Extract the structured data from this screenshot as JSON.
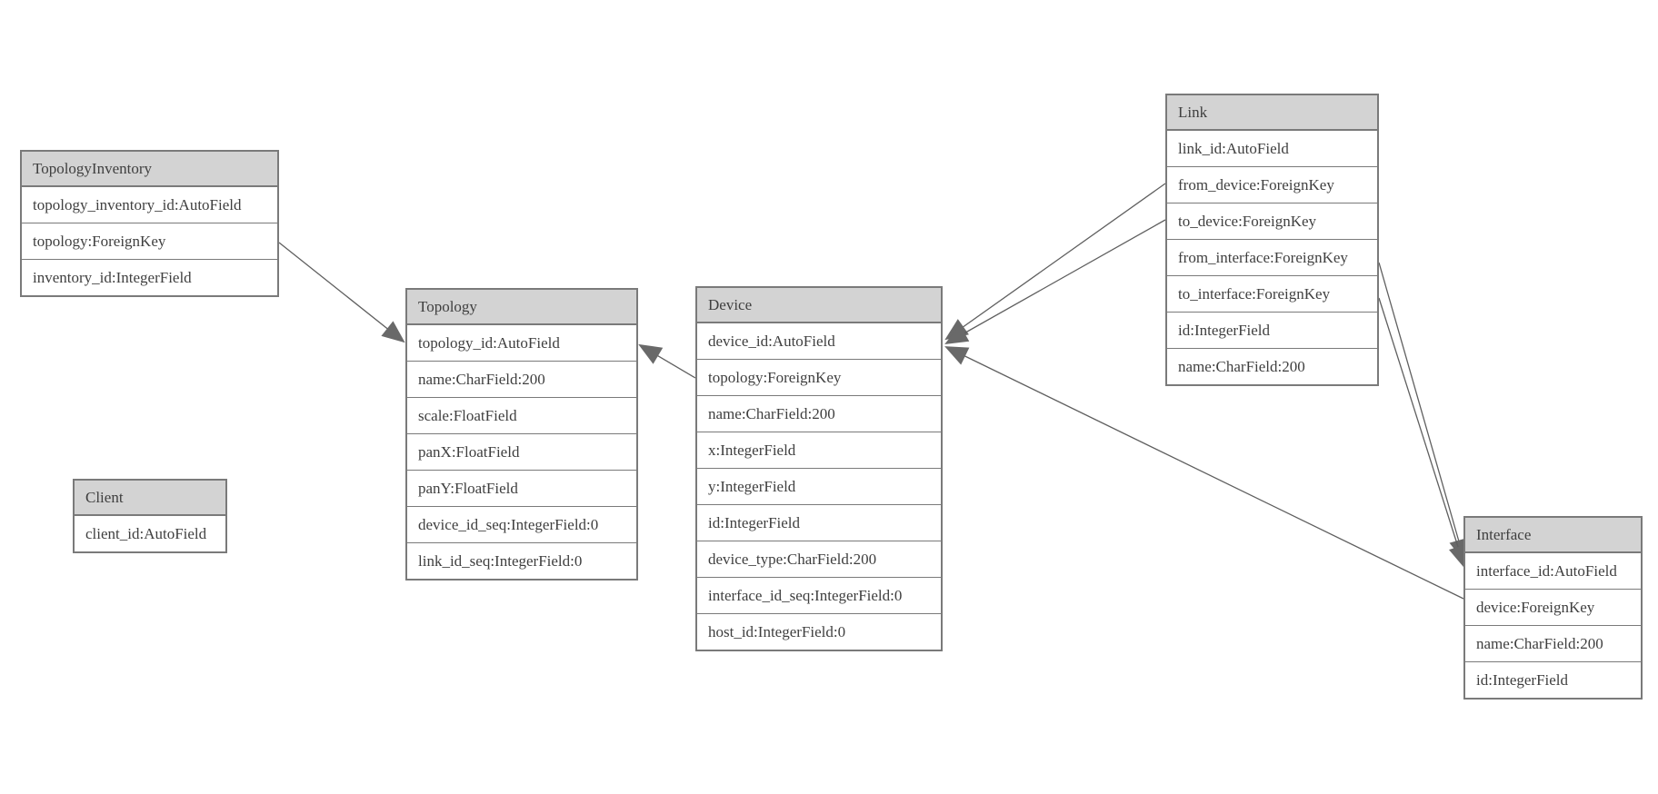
{
  "diagram_title": "",
  "colors": {
    "background": "#ffffff",
    "header_fill": "#d3d3d3",
    "row_fill": "#ffffff",
    "border": "#7a7a7a",
    "text": "#3f3f3f",
    "relation_line": "#5f5f5f",
    "arrowhead_fill": "#696969"
  },
  "entities": [
    {
      "name": "TopologyInventory",
      "fields": [
        "topology_inventory_id:AutoField",
        "topology:ForeignKey",
        "inventory_id:IntegerField"
      ]
    },
    {
      "name": "Topology",
      "fields": [
        "topology_id:AutoField",
        "name:CharField:200",
        "scale:FloatField",
        "panX:FloatField",
        "panY:FloatField",
        "device_id_seq:IntegerField:0",
        "link_id_seq:IntegerField:0"
      ]
    },
    {
      "name": "Client",
      "fields": [
        "client_id:AutoField"
      ]
    },
    {
      "name": "Device",
      "fields": [
        "device_id:AutoField",
        "topology:ForeignKey",
        "name:CharField:200",
        "x:IntegerField",
        "y:IntegerField",
        "id:IntegerField",
        "device_type:CharField:200",
        "interface_id_seq:IntegerField:0",
        "host_id:IntegerField:0"
      ]
    },
    {
      "name": "Link",
      "fields": [
        "link_id:AutoField",
        "from_device:ForeignKey",
        "to_device:ForeignKey",
        "from_interface:ForeignKey",
        "to_interface:ForeignKey",
        "id:IntegerField",
        "name:CharField:200"
      ]
    },
    {
      "name": "Interface",
      "fields": [
        "interface_id:AutoField",
        "device:ForeignKey",
        "name:CharField:200",
        "id:IntegerField"
      ]
    }
  ],
  "relations": [
    {
      "from": "TopologyInventory.topology",
      "to": "Topology.topology_id"
    },
    {
      "from": "Device.topology",
      "to": "Topology.topology_id"
    },
    {
      "from": "Link.from_device",
      "to": "Device.device_id"
    },
    {
      "from": "Link.to_device",
      "to": "Device.device_id"
    },
    {
      "from": "Interface.device",
      "to": "Device.device_id"
    },
    {
      "from": "Link.from_interface",
      "to": "Interface.interface_id"
    },
    {
      "from": "Link.to_interface",
      "to": "Interface.interface_id"
    }
  ]
}
